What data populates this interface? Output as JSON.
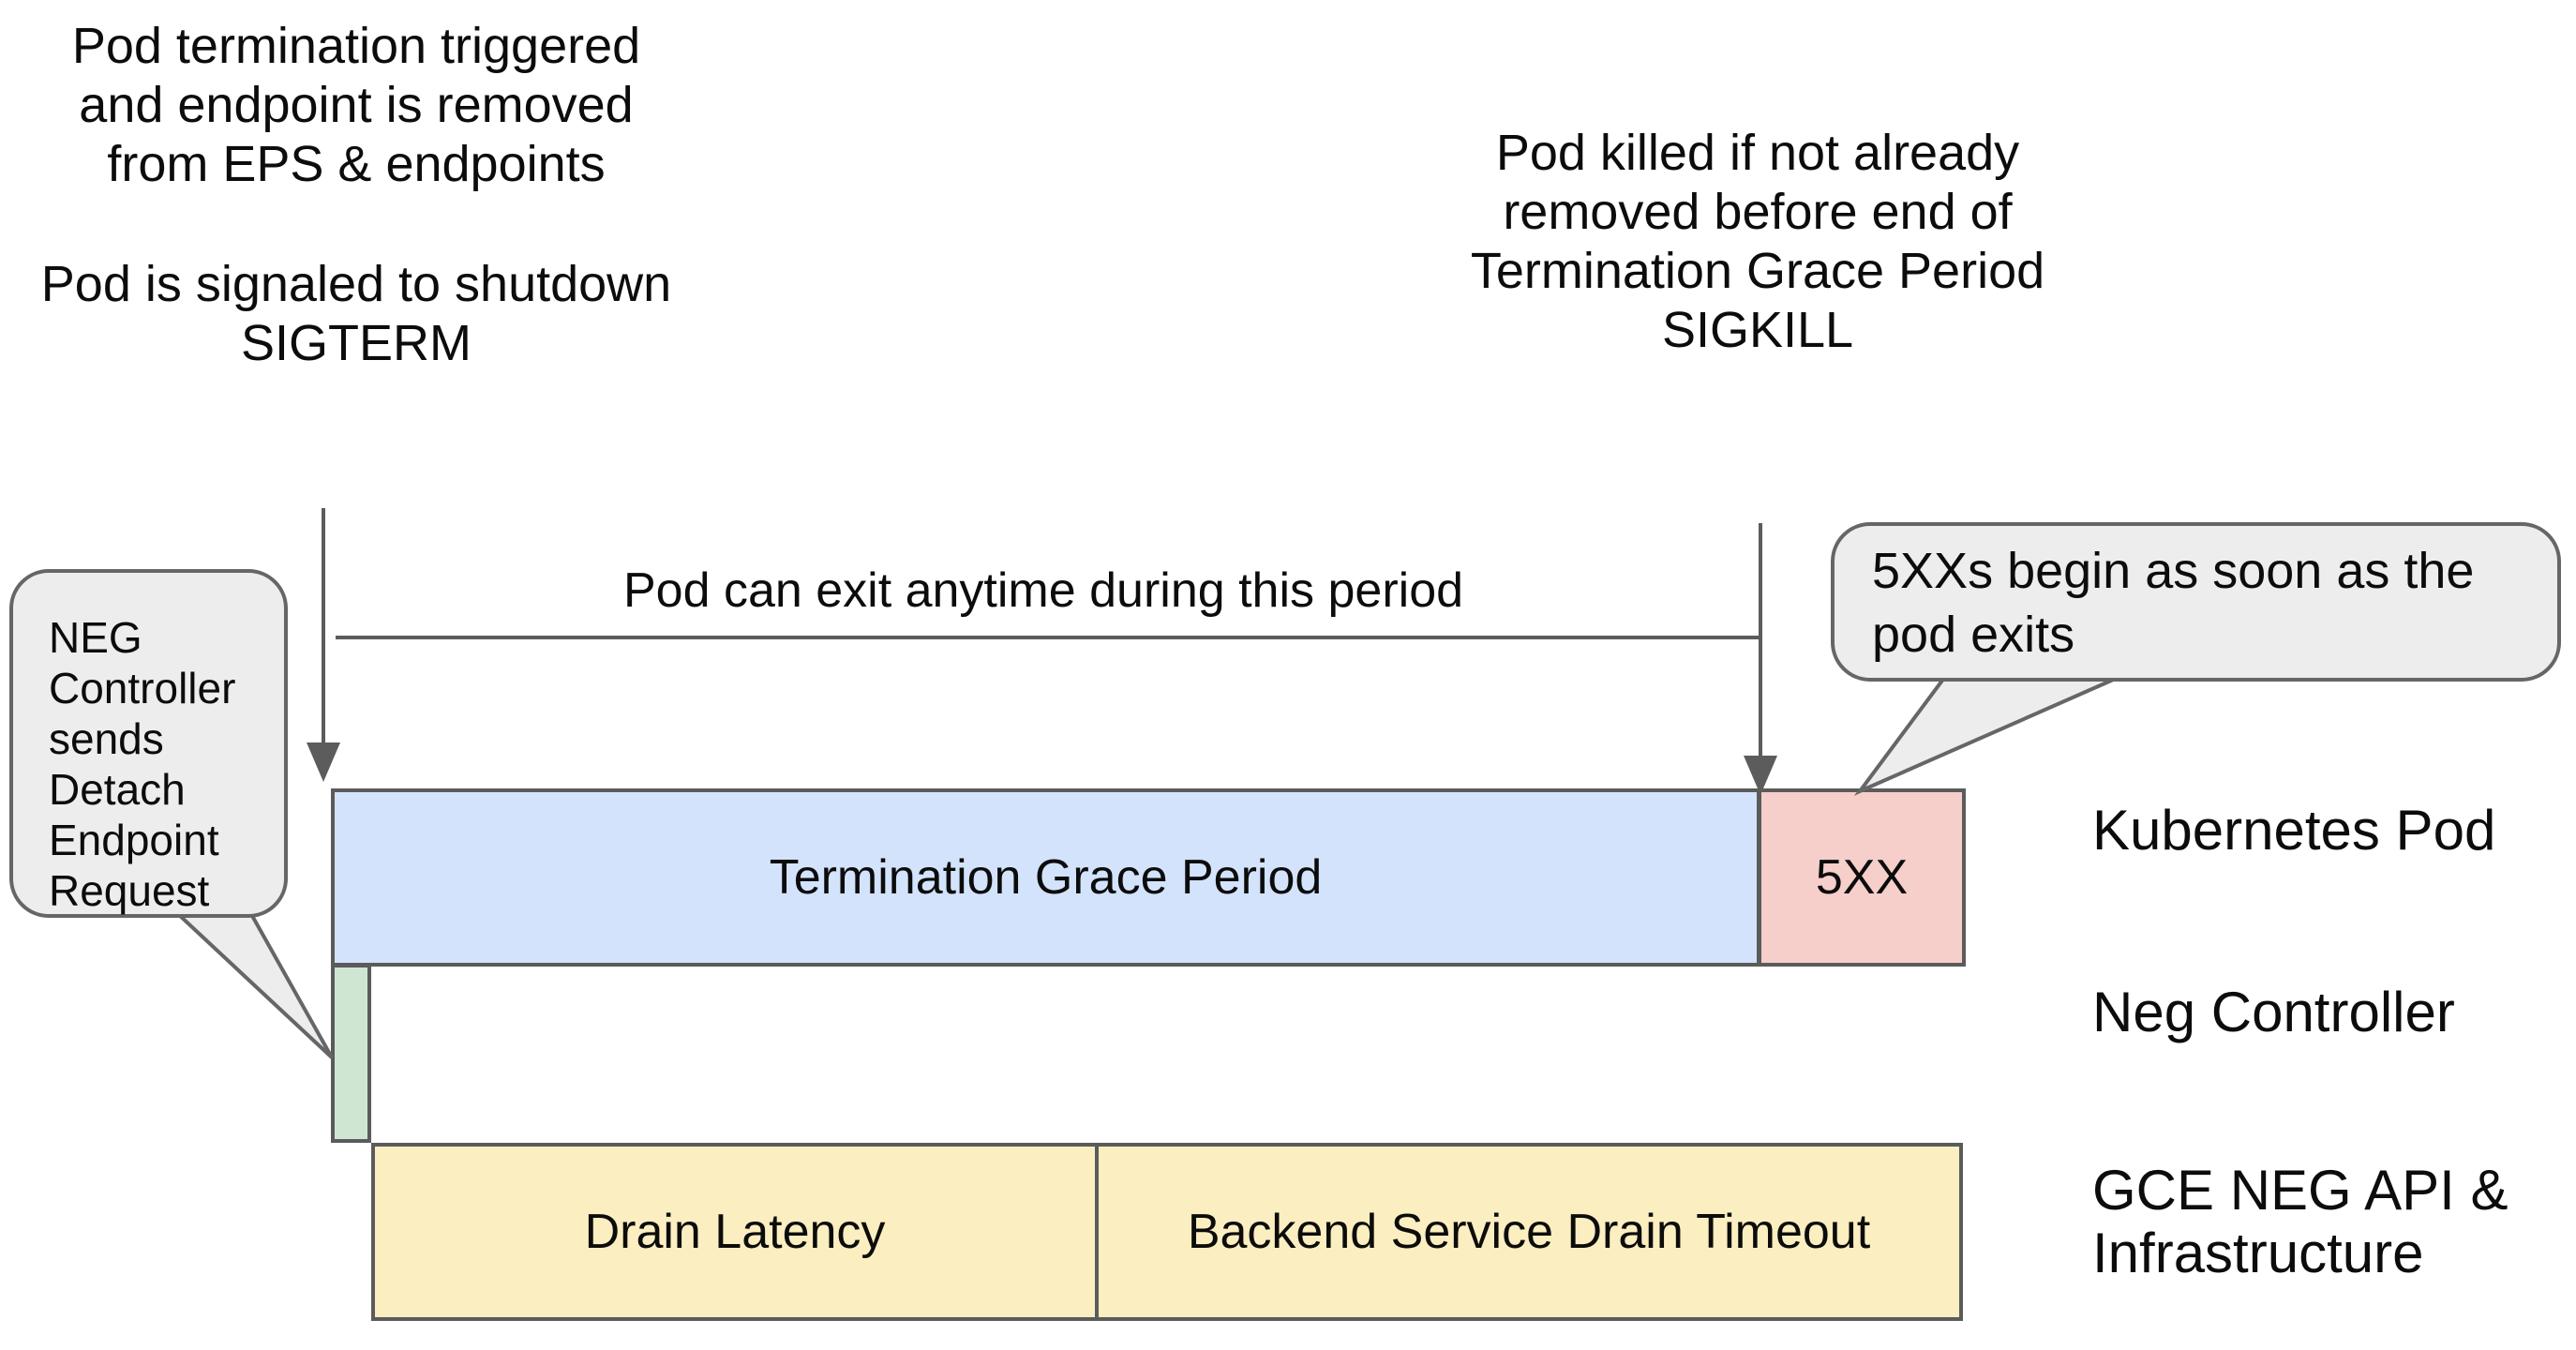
{
  "colors": {
    "background": "#ffffff",
    "bar_blue": "#d3e3fc",
    "bar_pink": "#f6cfca",
    "bar_green": "#cfe6d3",
    "bar_yellow": "#fbeec0",
    "bar_border": "#5b5b5b",
    "callout_fill": "#ededed",
    "callout_border": "#666666",
    "line_gray": "#5c5c5c",
    "text": "#000000"
  },
  "annotations": {
    "pod_termination": "Pod termination triggered\nand endpoint is removed\nfrom EPS & endpoints",
    "pod_signaled": "Pod is signaled to shutdown\nSIGTERM",
    "pod_killed": "Pod killed if not already\nremoved before end of\nTermination Grace Period\nSIGKILL",
    "pod_can_exit": "Pod can exit anytime during this period"
  },
  "callouts": {
    "neg_controller": "NEG Controller sends Detach Endpoint Request",
    "five_xx": "5XXs begin as soon as the pod exits"
  },
  "bars": {
    "termination_grace_period": "Termination Grace Period",
    "five_xx": "5XX",
    "drain_latency": "Drain Latency",
    "backend_drain_timeout": "Backend Service Drain Timeout"
  },
  "row_labels": {
    "kubernetes_pod": "Kubernetes Pod",
    "neg_controller": "Neg Controller",
    "gce_neg_api": "GCE NEG API &\nInfrastructure"
  }
}
